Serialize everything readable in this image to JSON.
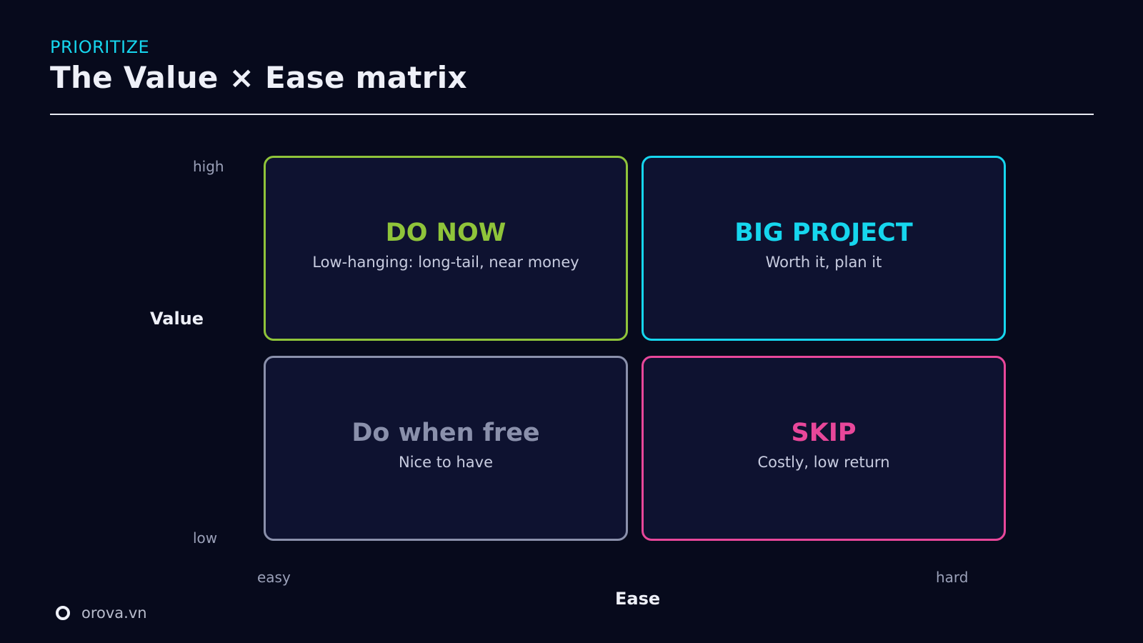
{
  "header": {
    "eyebrow": "PRIORITIZE",
    "title": "The Value × Ease matrix"
  },
  "axes": {
    "y_title": "Value",
    "y_high": "high",
    "y_low": "low",
    "x_title": "Ease",
    "x_low": "easy",
    "x_high": "hard"
  },
  "quadrants": {
    "top_left": {
      "title": "DO NOW",
      "desc": "Low-hanging: long-tail, near money",
      "color": "#8fc43a"
    },
    "top_right": {
      "title": "BIG PROJECT",
      "desc": "Worth it, plan it",
      "color": "#16d6ee"
    },
    "bottom_left": {
      "title": "Do when free",
      "desc": "Nice to have",
      "color": "#8a90ab"
    },
    "bottom_right": {
      "title": "SKIP",
      "desc": "Costly, low return",
      "color": "#e8479a"
    }
  },
  "footer": {
    "brand": "orova.vn",
    "logo_icon": "ring-icon"
  }
}
